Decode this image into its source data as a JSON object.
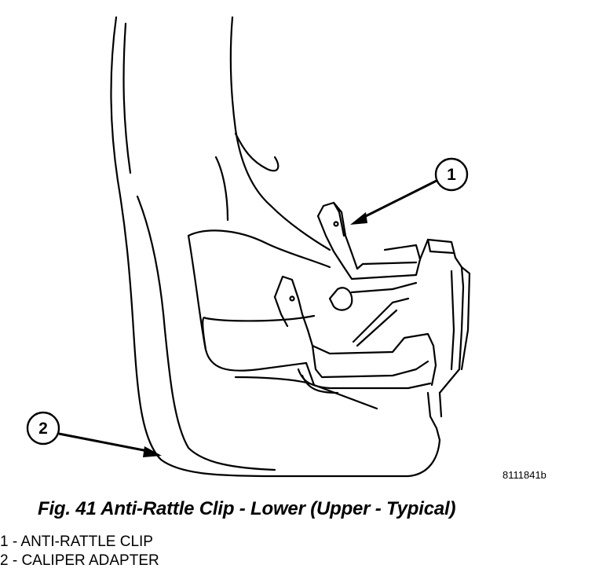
{
  "figure": {
    "drawing_id": "8111841b",
    "caption": "Fig. 41 Anti-Rattle Clip - Lower (Upper - Typical)"
  },
  "callouts": [
    {
      "number": "1",
      "label": "ANTI-RATTLE CLIP"
    },
    {
      "number": "2",
      "label": "CALIPER ADAPTER"
    }
  ],
  "legend": [
    "1 - ANTI-RATTLE CLIP",
    "2 - CALIPER ADAPTER"
  ]
}
